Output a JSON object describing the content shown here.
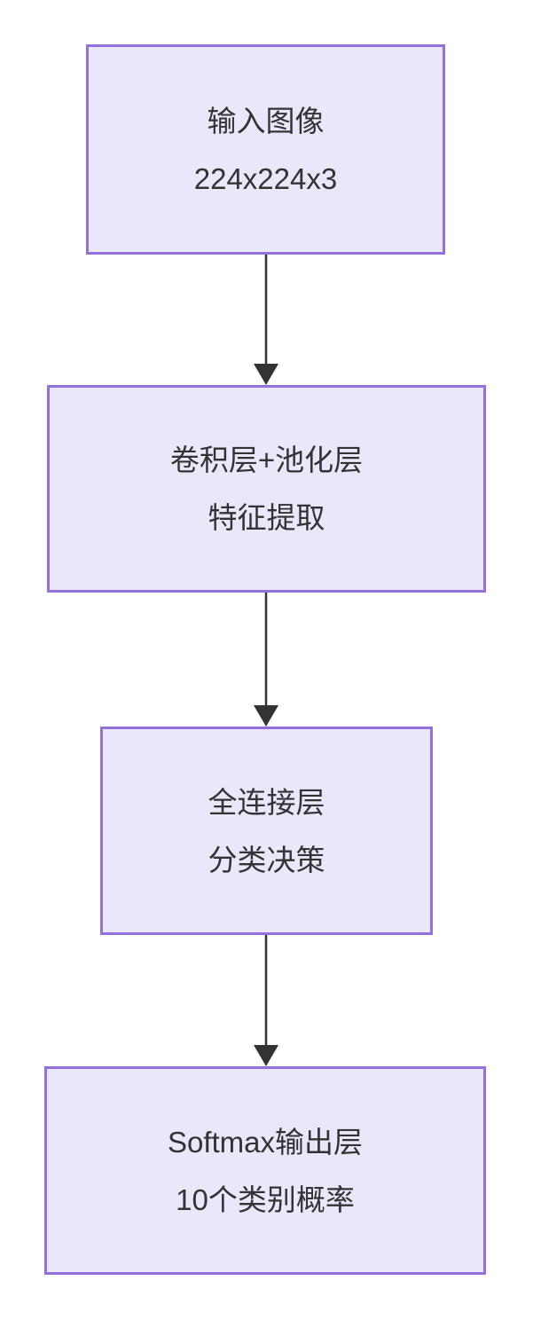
{
  "diagram": {
    "type": "flowchart",
    "direction": "top-down",
    "nodes": [
      {
        "id": "input",
        "line1": "输入图像",
        "line2": "224x224x3"
      },
      {
        "id": "conv",
        "line1": "卷积层+池化层",
        "line2": "特征提取"
      },
      {
        "id": "fc",
        "line1": "全连接层",
        "line2": "分类决策"
      },
      {
        "id": "softmax",
        "line1": "Softmax输出层",
        "line2": "10个类别概率"
      }
    ],
    "edges": [
      {
        "from": "input",
        "to": "conv",
        "style": "arrow-down"
      },
      {
        "from": "conv",
        "to": "fc",
        "style": "arrow-down"
      },
      {
        "from": "fc",
        "to": "softmax",
        "style": "arrow-down"
      }
    ],
    "colors": {
      "background": "#ffffff",
      "node_fill": "#e8e8fa",
      "node_border": "#9370db",
      "text": "#333333",
      "arrow": "#333333"
    }
  }
}
